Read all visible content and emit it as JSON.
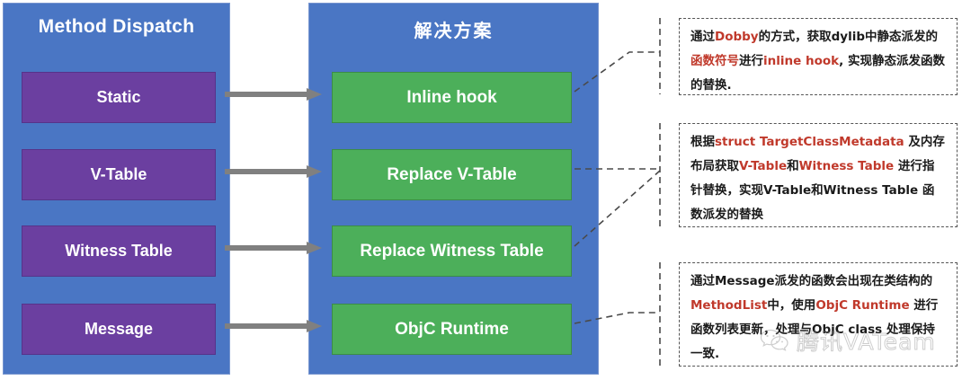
{
  "columns": [
    {
      "title": "Method Dispatch",
      "items": [
        "Static",
        "V-Table",
        "Witness Table",
        "Message"
      ]
    },
    {
      "title": "解决方案",
      "items": [
        "Inline hook",
        "Replace V-Table",
        "Replace Witness Table",
        "ObjC Runtime"
      ]
    }
  ],
  "notes": [
    {
      "id": "note-1",
      "segments": [
        {
          "text": "通过",
          "highlight": false
        },
        {
          "text": "Dobby",
          "highlight": true
        },
        {
          "text": "的方式，获取dylib中静态派发的",
          "highlight": false
        },
        {
          "text": "函数符号",
          "highlight": true
        },
        {
          "text": "进行",
          "highlight": false
        },
        {
          "text": "inline hook",
          "highlight": true
        },
        {
          "text": ", 实现静态派发函数的替换.",
          "highlight": false
        }
      ],
      "plain": "通过Dobby的方式，获取dylib中静态派发的函数符号进行inline hook, 实现静态派发函数的替换."
    },
    {
      "id": "note-2",
      "segments": [
        {
          "text": "根据",
          "highlight": false
        },
        {
          "text": "struct TargetClassMetadata",
          "highlight": true
        },
        {
          "text": " 及内存布局获取",
          "highlight": false
        },
        {
          "text": "V-Table",
          "highlight": true
        },
        {
          "text": "和",
          "highlight": false
        },
        {
          "text": "Witness Table",
          "highlight": true
        },
        {
          "text": " 进行指针替换，实现V-Table和Witness Table 函数派发的替换",
          "highlight": false
        }
      ],
      "plain": "根据struct TargetClassMetadata 及内存布局获取V-Table和Witness Table 进行指针替换，实现V-Table和Witness Table 函数派发的替换"
    },
    {
      "id": "note-3",
      "segments": [
        {
          "text": "通过Message派发的函数会出现在类结构的",
          "highlight": false
        },
        {
          "text": "MethodList",
          "highlight": true
        },
        {
          "text": "中，使用",
          "highlight": false
        },
        {
          "text": "ObjC Runtime",
          "highlight": true
        },
        {
          "text": " 进行函数列表更新，处理与ObjC class 处理保持一致.",
          "highlight": false
        }
      ],
      "plain": "通过Message派发的函数会出现在类结构的MethodList中，使用ObjC Runtime 进行函数列表更新，处理与ObjC class 处理保持一致."
    }
  ],
  "watermark": {
    "text": "腾讯VATeam",
    "icon": "wechat-icon"
  },
  "colors": {
    "panel_blue": "#4a76c4",
    "item_purple": "#6b3fa0",
    "item_green": "#4caf5a",
    "arrow_gray": "#808080",
    "highlight_red": "#c0392b",
    "note_border": "#555555"
  }
}
